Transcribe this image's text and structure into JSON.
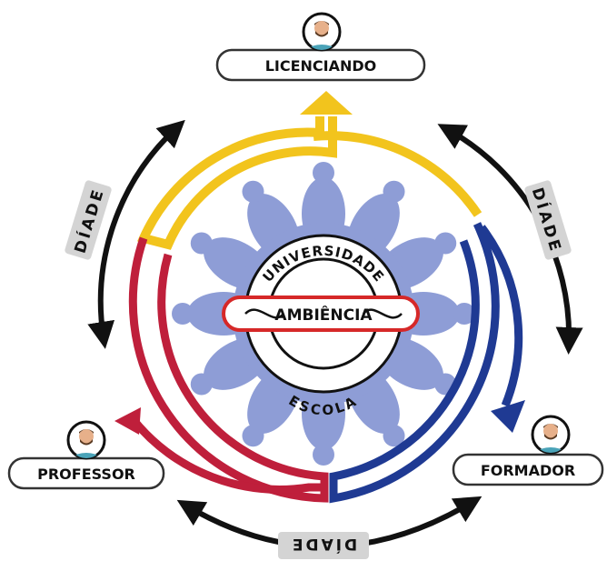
{
  "roles": {
    "top": "LICENCIANDO",
    "left": "PROFESSOR",
    "right": "FORMADOR"
  },
  "center": {
    "ring_top": "UNIVERSIDADE",
    "ring_bottom": "ESCOLA",
    "band": "AMBIÊNCIA"
  },
  "dyad": {
    "left": "DÍADE",
    "right": "DÍADE",
    "bottom": "DÍADE"
  },
  "colors": {
    "yellow": "#f2c41d",
    "red": "#bf1f3b",
    "blue": "#1f3a93",
    "people": "#8e9dd6",
    "badge": "#d4d4d4",
    "ambiencia_outline": "#d62828"
  },
  "icons": {
    "avatar": "person-avatar-icon",
    "arrow": "curved-double-arrow-icon"
  }
}
